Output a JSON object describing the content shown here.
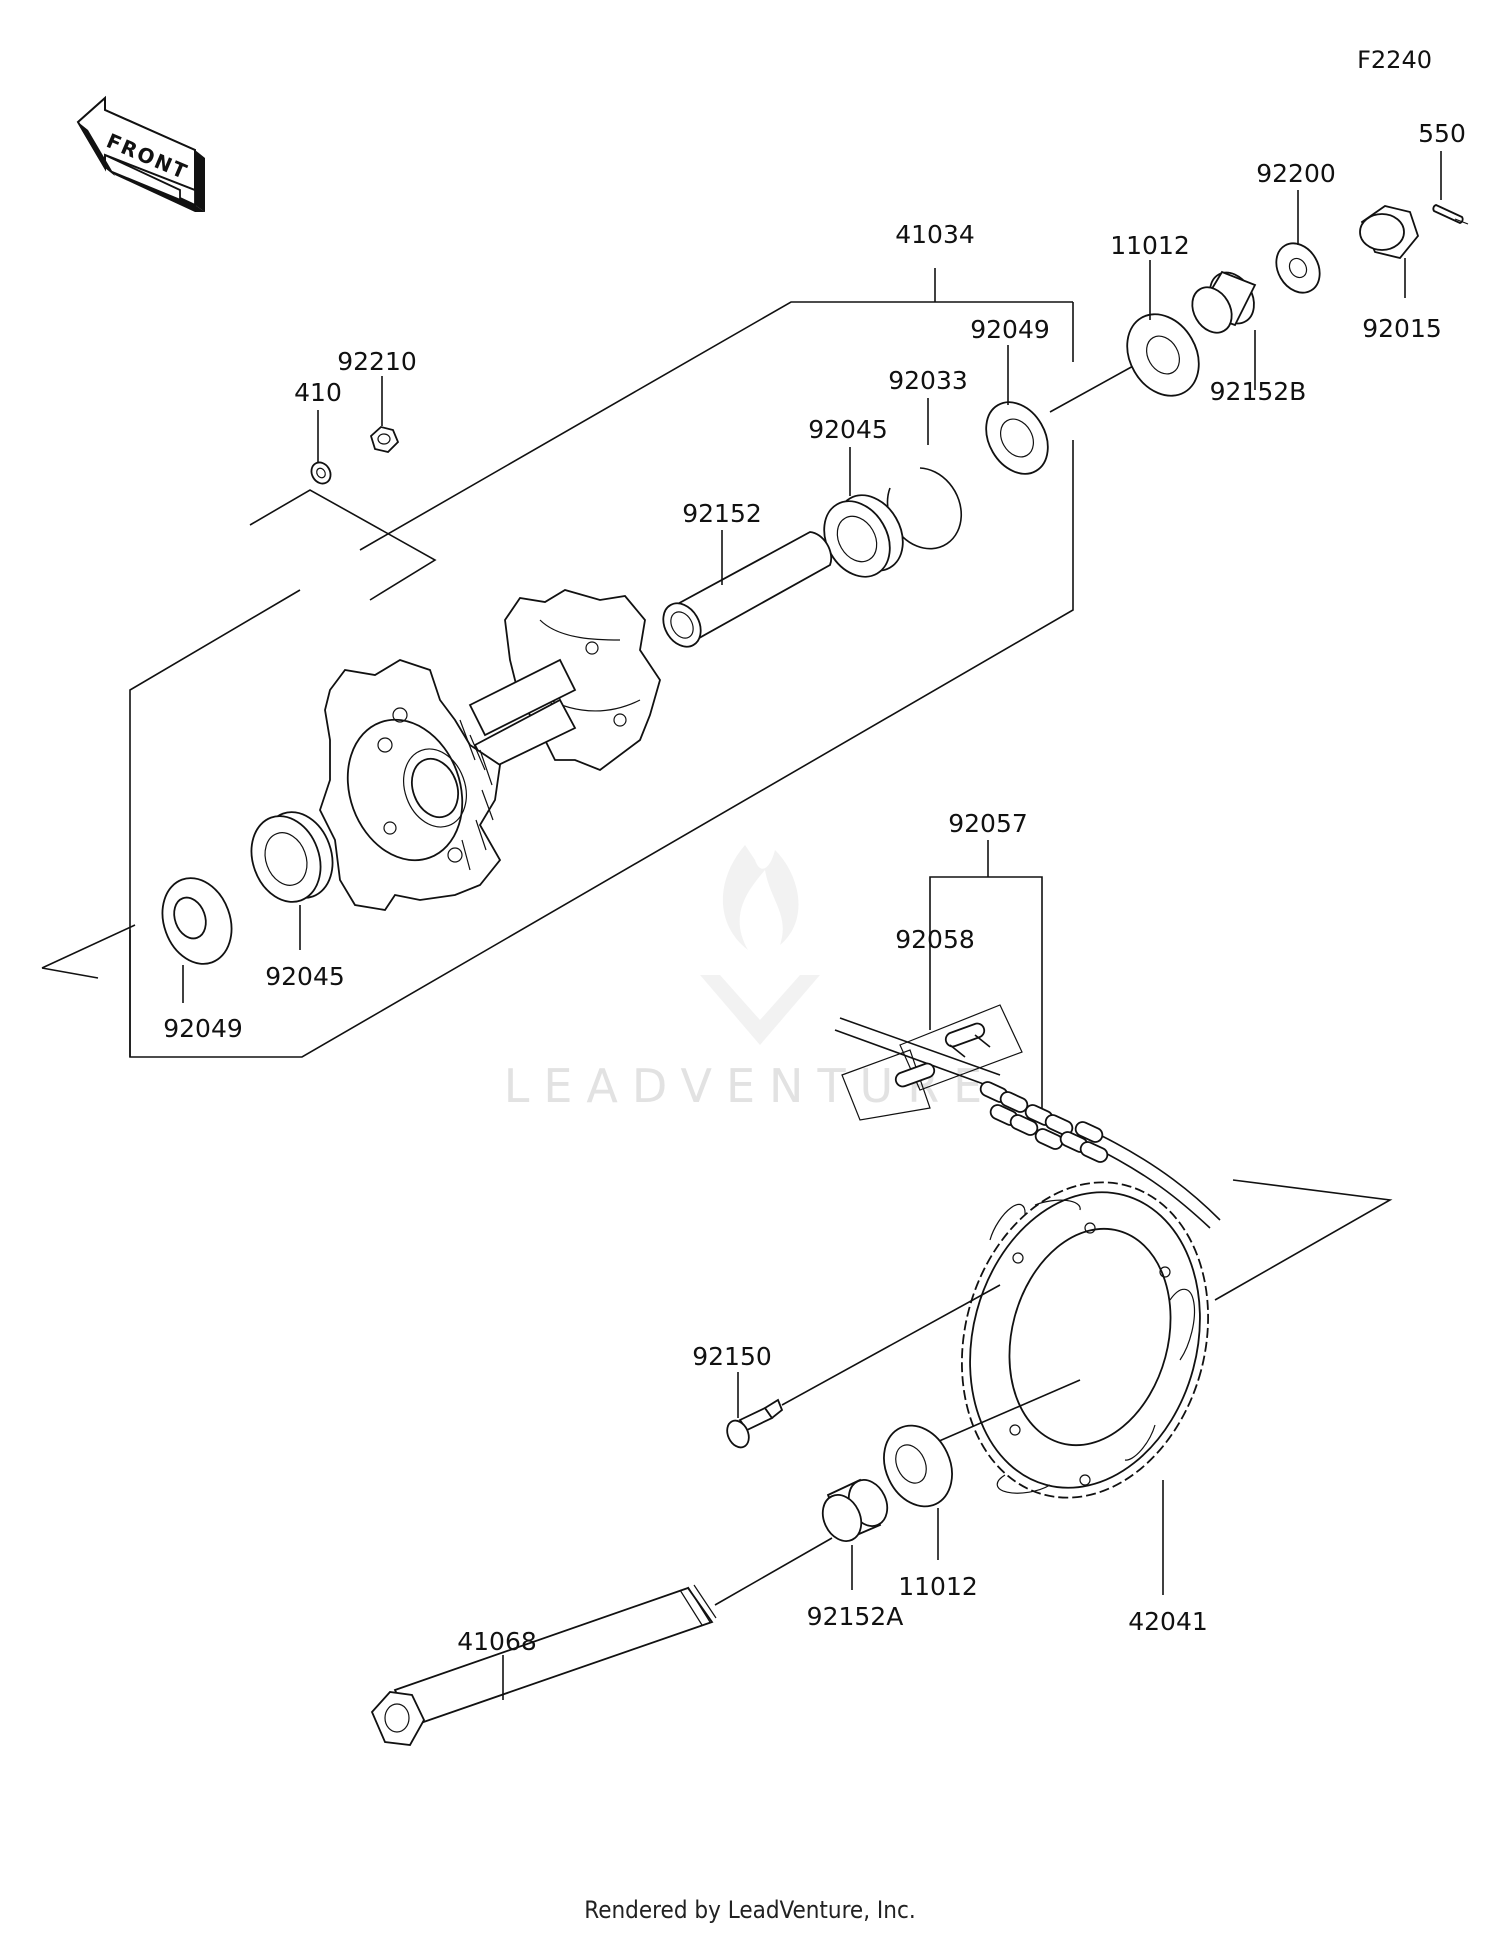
{
  "diagram_code": "F2240",
  "front_label": "FRONT",
  "watermark": "LEADVENTURE",
  "footer": "Rendered by LeadVenture, Inc.",
  "parts": {
    "p550": "550",
    "p92200": "92200",
    "p92015": "92015",
    "p11012_top": "11012",
    "p92152B": "92152B",
    "p41034": "41034",
    "p92049_top": "92049",
    "p92033": "92033",
    "p92045_top": "92045",
    "p92152": "92152",
    "p92210": "92210",
    "p410": "410",
    "p92045_bottom": "92045",
    "p92049_bottom": "92049",
    "p92057": "92057",
    "p92058": "92058",
    "p92150": "92150",
    "p11012_bottom": "11012",
    "p92152A": "92152A",
    "p42041": "42041",
    "p41068": "41068"
  }
}
